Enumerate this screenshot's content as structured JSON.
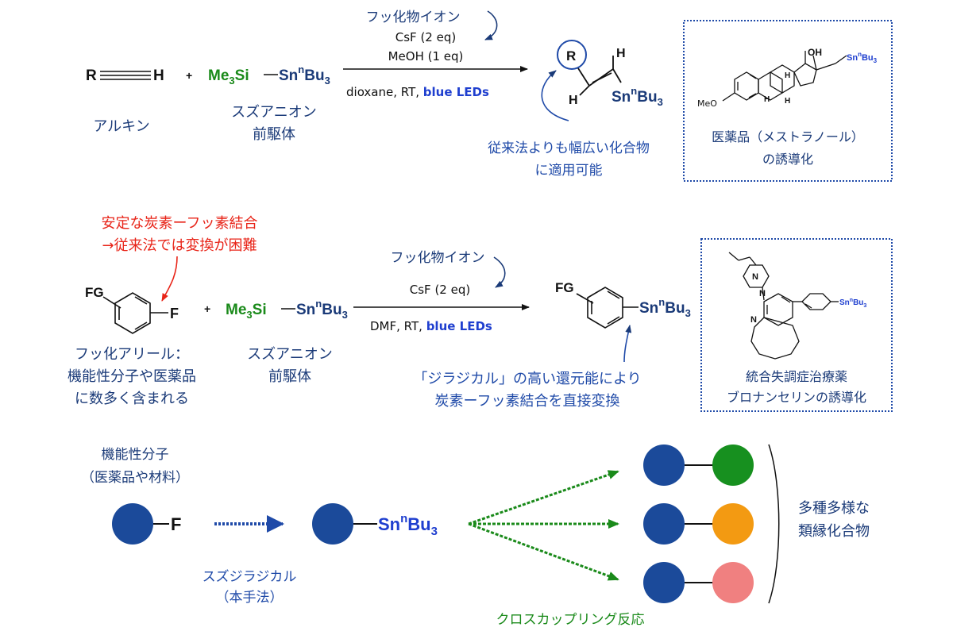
{
  "colors": {
    "navy": "#1a3a78",
    "blue": "#1f3fcf",
    "green": "#1a8a1a",
    "red": "#e82418",
    "black": "#111111",
    "node_navy": "#1b4a9a",
    "node_green": "#17901f",
    "node_orange": "#f39a12",
    "node_pink": "#f08080"
  },
  "r1": {
    "alkyne_R": "R",
    "alkyne_H": "H",
    "plus": "+",
    "me3si": "Me",
    "me3si_sub": "3",
    "si": "Si",
    "sn": "Sn",
    "n_sup": "n",
    "bu": "Bu",
    "bu_sub": "3",
    "label_alkyne": "アルキン",
    "label_reagent_1": "スズアニオン",
    "label_reagent_2": "前駆体",
    "fluoride_note": "フッ化物イオン",
    "cond_1": "CsF (2 eq)",
    "cond_2": "MeOH (1 eq)",
    "cond_3a": "dioxane, RT, ",
    "cond_3b": "blue LEDs",
    "prod_R": "R",
    "prod_H1": "H",
    "prod_H2": "H",
    "prod_sn": "Sn",
    "prod_n": "n",
    "prod_bu": "Bu",
    "prod_sub": "3",
    "note_1": "従来法よりも幅広い化合物",
    "note_2": "に適用可能",
    "box_label_1": "医薬品（メストラノール）",
    "box_label_2": "の誘導化",
    "box_oh": "OH",
    "box_meo": "MeO",
    "box_h": "H",
    "box_sn": "Sn",
    "box_n": "n",
    "box_bu": "Bu",
    "box_sub": "3"
  },
  "r2": {
    "red_1": "安定な炭素ーフッ素結合",
    "red_2": "→従来法では変換が困難",
    "fg": "FG",
    "f": "F",
    "plus": "+",
    "me3si": "Me",
    "me3si_sub": "3",
    "si": "Si",
    "sn": "Sn",
    "n_sup": "n",
    "bu": "Bu",
    "bu_sub": "3",
    "label_aryl_1": "フッ化アリール：",
    "label_aryl_2": "機能性分子や医薬品",
    "label_aryl_3": "に数多く含まれる",
    "label_reagent_1": "スズアニオン",
    "label_reagent_2": "前駆体",
    "fluoride_note": "フッ化物イオン",
    "cond_1": "CsF (2 eq)",
    "cond_2a": "DMF, RT, ",
    "cond_2b": "blue LEDs",
    "prod_fg": "FG",
    "note_1": "「ジラジカル」の高い還元能により",
    "note_2": "炭素ーフッ素結合を直接変換",
    "box_label_1": "統合失調症治療薬",
    "box_label_2": "ブロナンセリンの誘導化",
    "box_n1": "N",
    "box_n2": "N",
    "box_n3": "N"
  },
  "r3": {
    "func_1": "機能性分子",
    "func_2": "（医薬品や材料）",
    "f": "F",
    "method_1": "スズジラジカル",
    "method_2": "（本手法）",
    "sn": "Sn",
    "n_sup": "n",
    "bu": "Bu",
    "bu_sub": "3",
    "coupling": "クロスカップリング反応",
    "result_1": "多種多様な",
    "result_2": "類縁化合物"
  }
}
